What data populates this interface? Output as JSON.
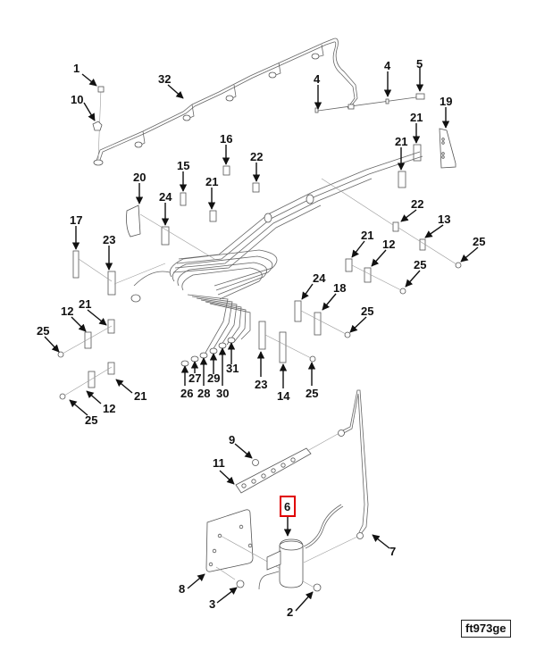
{
  "figure": {
    "id_label": "ft973ge",
    "highlighted_callout": "6",
    "highlight_color": "#e00000"
  },
  "callouts": [
    {
      "label": "1",
      "part": "bleed-screw"
    },
    {
      "label": "10",
      "part": "nut"
    },
    {
      "label": "32",
      "part": "fuel-return-line"
    },
    {
      "label": "4",
      "part": "clip"
    },
    {
      "label": "4",
      "part": "clip"
    },
    {
      "label": "5",
      "part": "fitting"
    },
    {
      "label": "19",
      "part": "bracket"
    },
    {
      "label": "21",
      "part": "clamp-half"
    },
    {
      "label": "21",
      "part": "clamp-half"
    },
    {
      "label": "16",
      "part": "plate"
    },
    {
      "label": "22",
      "part": "clamp-half"
    },
    {
      "label": "15",
      "part": "plate"
    },
    {
      "label": "21",
      "part": "clamp-half"
    },
    {
      "label": "20",
      "part": "bracket"
    },
    {
      "label": "24",
      "part": "clamp-block"
    },
    {
      "label": "17",
      "part": "plate"
    },
    {
      "label": "23",
      "part": "clamp-block"
    },
    {
      "label": "22",
      "part": "clamp-half"
    },
    {
      "label": "13",
      "part": "plate"
    },
    {
      "label": "25",
      "part": "screw"
    },
    {
      "label": "21",
      "part": "clamp-half"
    },
    {
      "label": "12",
      "part": "plate"
    },
    {
      "label": "25",
      "part": "screw"
    },
    {
      "label": "24",
      "part": "clamp-block"
    },
    {
      "label": "18",
      "part": "plate"
    },
    {
      "label": "25",
      "part": "screw"
    },
    {
      "label": "21",
      "part": "clamp-half"
    },
    {
      "label": "12",
      "part": "plate"
    },
    {
      "label": "25",
      "part": "screw"
    },
    {
      "label": "26",
      "part": "injection-line"
    },
    {
      "label": "27",
      "part": "injection-line"
    },
    {
      "label": "28",
      "part": "injection-line"
    },
    {
      "label": "29",
      "part": "injection-line"
    },
    {
      "label": "30",
      "part": "injection-line"
    },
    {
      "label": "31",
      "part": "injection-line"
    },
    {
      "label": "23",
      "part": "clamp-block"
    },
    {
      "label": "14",
      "part": "plate"
    },
    {
      "label": "25",
      "part": "screw"
    },
    {
      "label": "21",
      "part": "clamp-half"
    },
    {
      "label": "12",
      "part": "plate"
    },
    {
      "label": "25",
      "part": "screw"
    },
    {
      "label": "9",
      "part": "fitting"
    },
    {
      "label": "11",
      "part": "fuel-manifold"
    },
    {
      "label": "6",
      "part": "fuel-filter-heater"
    },
    {
      "label": "7",
      "part": "fuel-line"
    },
    {
      "label": "8",
      "part": "mounting-plate"
    },
    {
      "label": "3",
      "part": "screw"
    },
    {
      "label": "2",
      "part": "screw"
    }
  ]
}
